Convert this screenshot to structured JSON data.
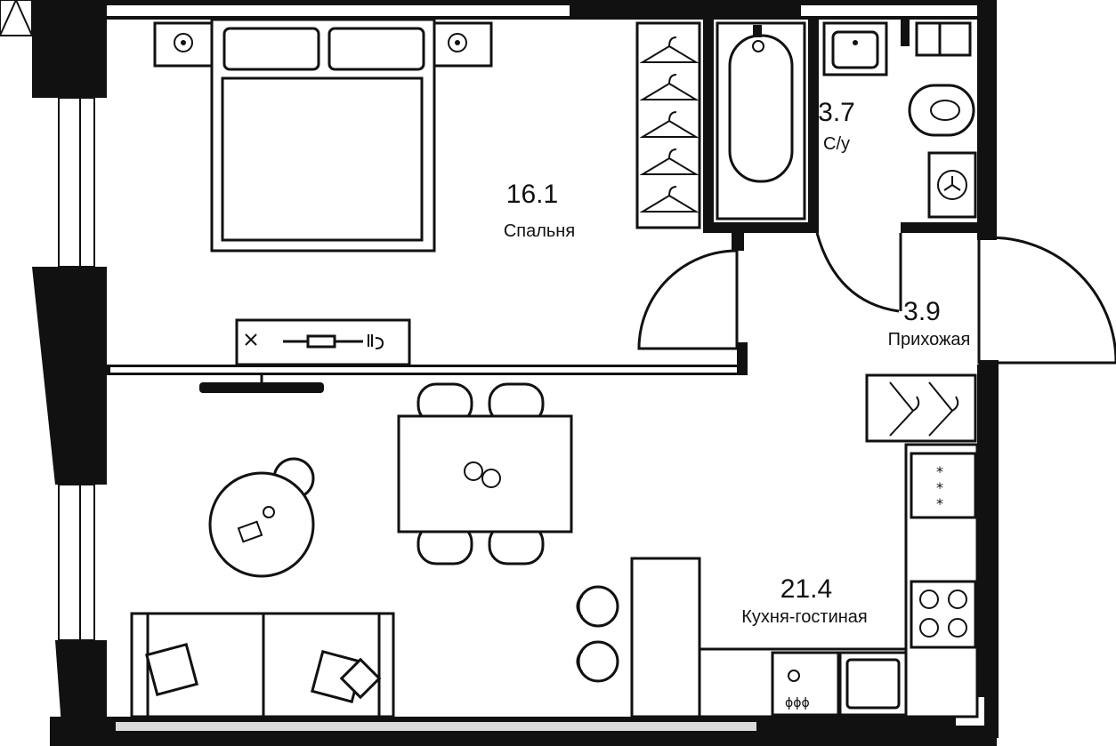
{
  "rooms": [
    {
      "key": "bedroom",
      "area": "16.1",
      "name": "Спальня"
    },
    {
      "key": "bath",
      "area": "3.7",
      "name": "С/у"
    },
    {
      "key": "hall",
      "area": "3.9",
      "name": "Прихожая"
    },
    {
      "key": "living",
      "area": "21.4",
      "name": "Кухня-гостиная"
    }
  ],
  "colors": {
    "wall": "#111111",
    "background": "#ffffff",
    "furniture": "#ffffff"
  }
}
